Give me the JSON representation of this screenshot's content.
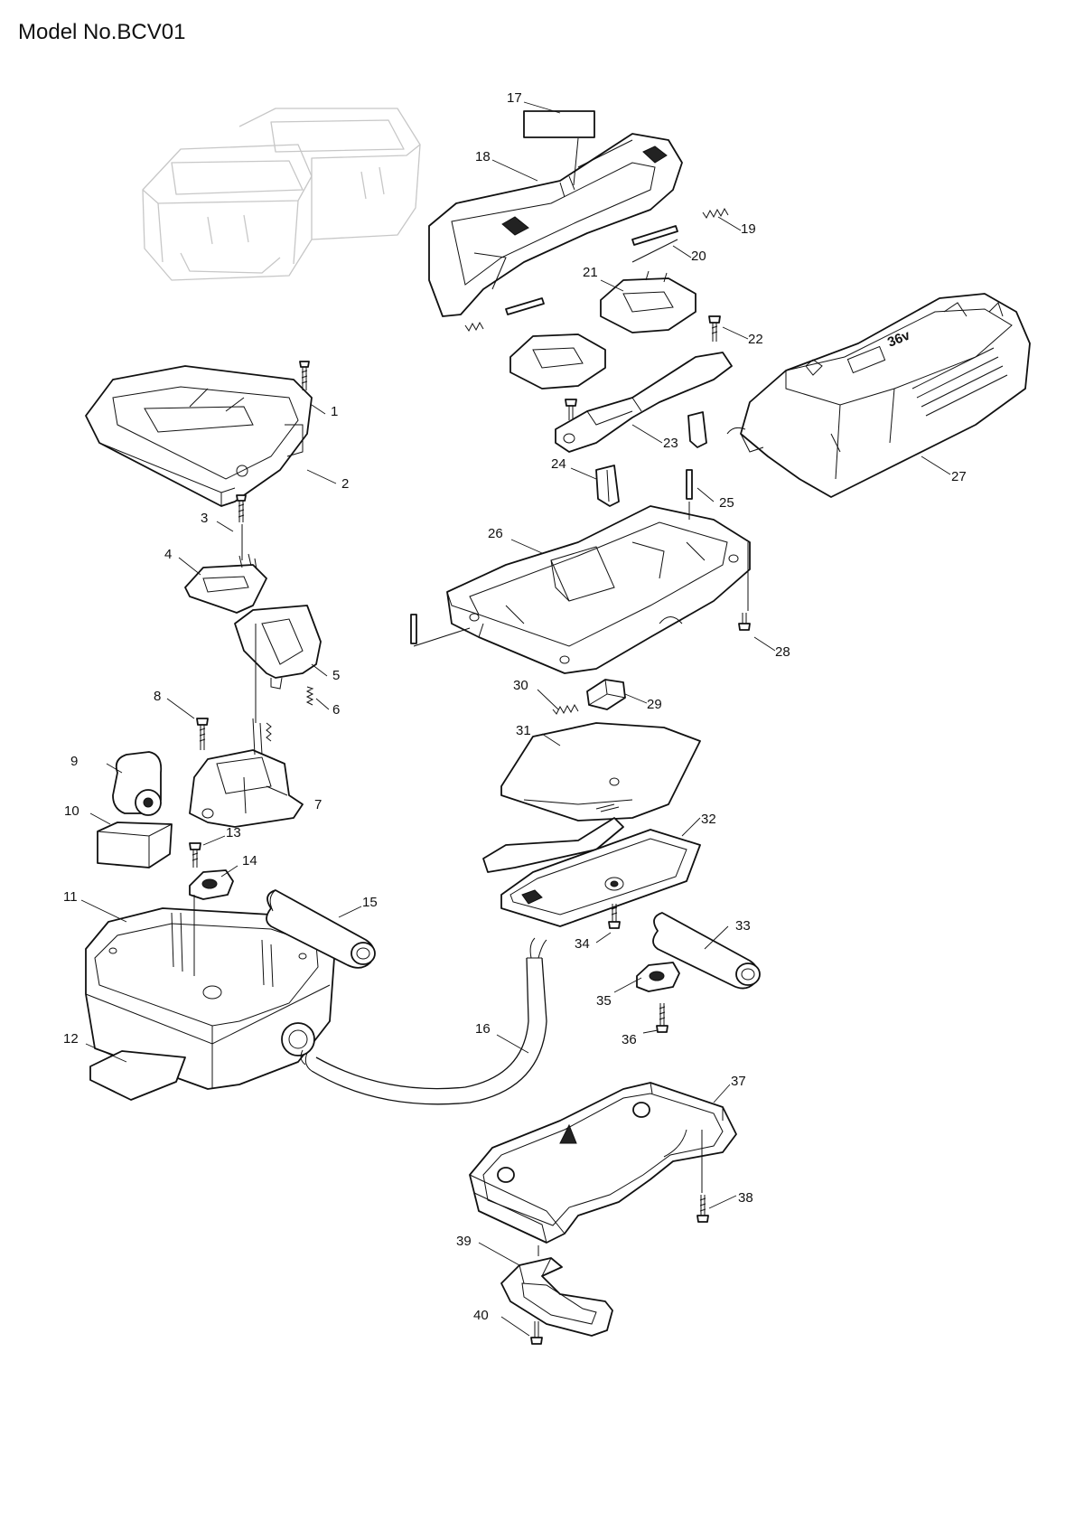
{
  "title": "Model No.BCV01",
  "parts": [
    {
      "id": "part-1",
      "label": "1"
    },
    {
      "id": "part-2",
      "label": "2"
    },
    {
      "id": "part-3",
      "label": "3"
    },
    {
      "id": "part-4",
      "label": "4"
    },
    {
      "id": "part-5",
      "label": "5"
    },
    {
      "id": "part-6",
      "label": "6"
    },
    {
      "id": "part-7",
      "label": "7"
    },
    {
      "id": "part-8",
      "label": "8"
    },
    {
      "id": "part-9",
      "label": "9"
    },
    {
      "id": "part-10",
      "label": "10"
    },
    {
      "id": "part-11",
      "label": "11"
    },
    {
      "id": "part-12",
      "label": "12"
    },
    {
      "id": "part-13",
      "label": "13"
    },
    {
      "id": "part-14",
      "label": "14"
    },
    {
      "id": "part-15",
      "label": "15"
    },
    {
      "id": "part-16",
      "label": "16"
    },
    {
      "id": "part-17",
      "label": "17"
    },
    {
      "id": "part-18",
      "label": "18"
    },
    {
      "id": "part-19",
      "label": "19"
    },
    {
      "id": "part-20",
      "label": "20"
    },
    {
      "id": "part-21",
      "label": "21"
    },
    {
      "id": "part-22",
      "label": "22"
    },
    {
      "id": "part-23",
      "label": "23"
    },
    {
      "id": "part-24",
      "label": "24"
    },
    {
      "id": "part-25",
      "label": "25"
    },
    {
      "id": "part-26",
      "label": "26"
    },
    {
      "id": "part-27",
      "label": "27"
    },
    {
      "id": "part-28",
      "label": "28"
    },
    {
      "id": "part-29",
      "label": "29"
    },
    {
      "id": "part-30",
      "label": "30"
    },
    {
      "id": "part-31",
      "label": "31"
    },
    {
      "id": "part-32",
      "label": "32"
    },
    {
      "id": "part-33",
      "label": "33"
    },
    {
      "id": "part-34",
      "label": "34"
    },
    {
      "id": "part-35",
      "label": "35"
    },
    {
      "id": "part-36",
      "label": "36"
    },
    {
      "id": "part-37",
      "label": "37"
    },
    {
      "id": "part-38",
      "label": "38"
    },
    {
      "id": "part-39",
      "label": "39"
    },
    {
      "id": "part-40",
      "label": "40"
    }
  ],
  "cover_logo": {
    "text": "36v"
  }
}
